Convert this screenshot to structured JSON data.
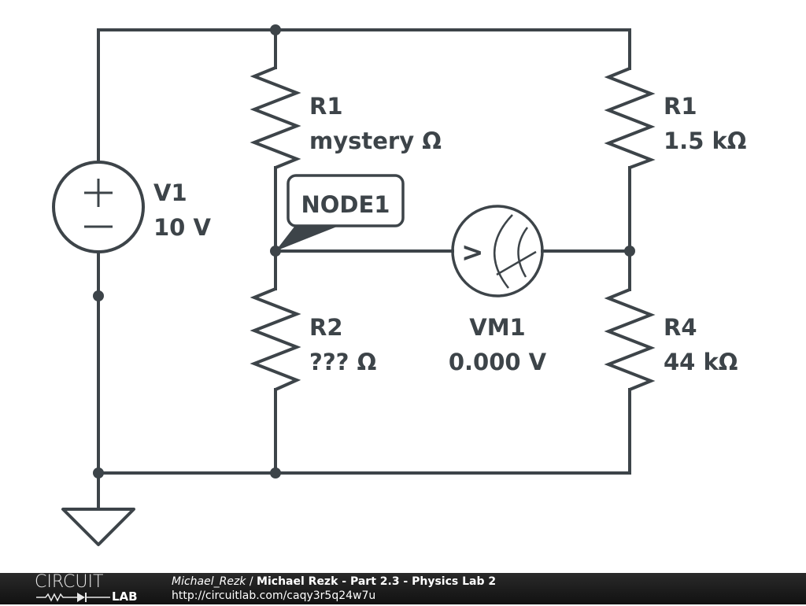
{
  "schematic": {
    "components": {
      "V1": {
        "name": "V1",
        "value": "10 V",
        "type": "dc-voltage-source"
      },
      "R1_left": {
        "name": "R1",
        "value": "mystery Ω",
        "type": "resistor"
      },
      "R1_right": {
        "name": "R1",
        "value": "1.5 kΩ",
        "type": "resistor"
      },
      "R2": {
        "name": "R2",
        "value": "??? Ω",
        "type": "resistor"
      },
      "R4": {
        "name": "R4",
        "value": "44 kΩ",
        "type": "resistor"
      },
      "VM1": {
        "name": "VM1",
        "value": "0.000 V",
        "type": "voltmeter",
        "symbol": ">"
      }
    },
    "node_label": "NODE1",
    "ground": "ground-symbol",
    "colors": {
      "wire": "#3d4449",
      "background": "#ffffff"
    }
  },
  "footer": {
    "logo_top": "CIRCUIT",
    "logo_bottom": "LAB",
    "author": "Michael_Rezk",
    "separator": " / ",
    "title": "Michael Rezk - Part 2.3 - Physics Lab 2",
    "url": "http://circuitlab.com/caqy3r5q24w7u",
    "colors": {
      "background": "#1a1a1a",
      "text": "#ffffff"
    }
  }
}
